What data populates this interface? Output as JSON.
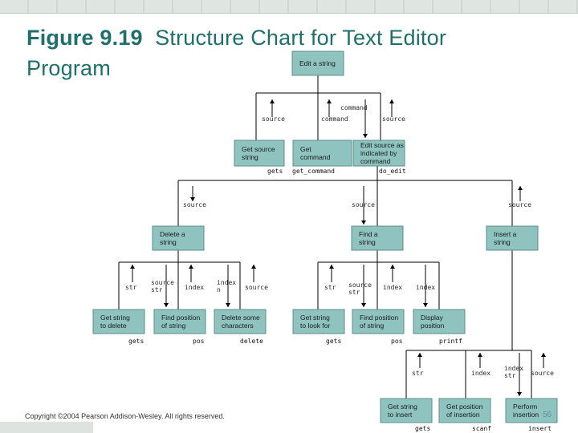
{
  "slide": {
    "title_prefix": "Figure 9.19",
    "title_rest": "Structure Chart for Text Editor",
    "title_line2": "Program",
    "copyright": "Copyright ©2004 Pearson Addison-Wesley. All rights reserved.",
    "page_number": "56"
  },
  "colors": {
    "box_fill": "#8ec3bf",
    "box_stroke": "#5e8f8b",
    "title": "#1f6f6b",
    "line": "#000000"
  },
  "boxes": [
    {
      "id": "edit",
      "lines": [
        "Edit a string"
      ]
    },
    {
      "id": "getsrc",
      "lines": [
        "Get source",
        "string"
      ]
    },
    {
      "id": "getcmd",
      "lines": [
        "Get",
        "command"
      ]
    },
    {
      "id": "editsrc",
      "lines": [
        "Edit source as",
        "indicated by",
        "command"
      ]
    },
    {
      "id": "delete",
      "lines": [
        "Delete a",
        "string"
      ]
    },
    {
      "id": "find",
      "lines": [
        "Find a",
        "string"
      ]
    },
    {
      "id": "insert",
      "lines": [
        "Insert a",
        "string"
      ]
    },
    {
      "id": "d1",
      "lines": [
        "Get string",
        "to delete"
      ]
    },
    {
      "id": "d2",
      "lines": [
        "Find position",
        "of string"
      ]
    },
    {
      "id": "d3",
      "lines": [
        "Delete some",
        "characters"
      ]
    },
    {
      "id": "f1",
      "lines": [
        "Get string",
        "to look for"
      ]
    },
    {
      "id": "f2",
      "lines": [
        "Find position",
        "of string"
      ]
    },
    {
      "id": "f3",
      "lines": [
        "Display",
        "position"
      ]
    },
    {
      "id": "i1",
      "lines": [
        "Get string",
        "to insert"
      ]
    },
    {
      "id": "i2",
      "lines": [
        "Get position",
        "of insertion"
      ]
    },
    {
      "id": "i3",
      "lines": [
        "Perform",
        "insertion"
      ]
    }
  ],
  "functions": [
    {
      "id": "f_gets1",
      "text": "gets"
    },
    {
      "id": "f_getcommand",
      "text": "get_command"
    },
    {
      "id": "f_doedit",
      "text": "do_edit"
    },
    {
      "id": "f_gets2",
      "text": "gets"
    },
    {
      "id": "f_pos1",
      "text": "pos"
    },
    {
      "id": "f_delete",
      "text": "delete"
    },
    {
      "id": "f_gets3",
      "text": "gets"
    },
    {
      "id": "f_pos2",
      "text": "pos"
    },
    {
      "id": "f_printf",
      "text": "printf"
    },
    {
      "id": "f_gets4",
      "text": "gets"
    },
    {
      "id": "f_scanf",
      "text": "scanf"
    },
    {
      "id": "f_insert",
      "text": "insert"
    }
  ],
  "flows": [
    {
      "id": "fl1",
      "lines": [
        "source"
      ],
      "dir": "up"
    },
    {
      "id": "fl2",
      "lines": [
        "command"
      ],
      "dir": "up"
    },
    {
      "id": "fl3",
      "lines": [
        "command"
      ],
      "dir": "down"
    },
    {
      "id": "fl4",
      "lines": [
        "source"
      ],
      "dir": "up"
    },
    {
      "id": "fl5",
      "lines": [
        "source"
      ],
      "dir": "down"
    },
    {
      "id": "fl6",
      "lines": [
        "source"
      ],
      "dir": "down"
    },
    {
      "id": "fl7",
      "lines": [
        "source"
      ],
      "dir": "up"
    },
    {
      "id": "fl8",
      "lines": [
        "str"
      ],
      "dir": "up"
    },
    {
      "id": "fl9",
      "lines": [
        "source",
        "str"
      ],
      "dir": "down"
    },
    {
      "id": "fl10",
      "lines": [
        "index"
      ],
      "dir": "up"
    },
    {
      "id": "fl11",
      "lines": [
        "index",
        "n"
      ],
      "dir": "down"
    },
    {
      "id": "fl12",
      "lines": [
        "source"
      ],
      "dir": "up"
    },
    {
      "id": "fl13",
      "lines": [
        "str"
      ],
      "dir": "up"
    },
    {
      "id": "fl14",
      "lines": [
        "source",
        "str"
      ],
      "dir": "down"
    },
    {
      "id": "fl15",
      "lines": [
        "index"
      ],
      "dir": "up"
    },
    {
      "id": "fl16",
      "lines": [
        "index"
      ],
      "dir": "down"
    },
    {
      "id": "fl17",
      "lines": [
        "str"
      ],
      "dir": "up"
    },
    {
      "id": "fl18",
      "lines": [
        "index"
      ],
      "dir": "up"
    },
    {
      "id": "fl19",
      "lines": [
        "index",
        "str"
      ],
      "dir": "down"
    },
    {
      "id": "fl20",
      "lines": [
        "source"
      ],
      "dir": "up"
    }
  ]
}
